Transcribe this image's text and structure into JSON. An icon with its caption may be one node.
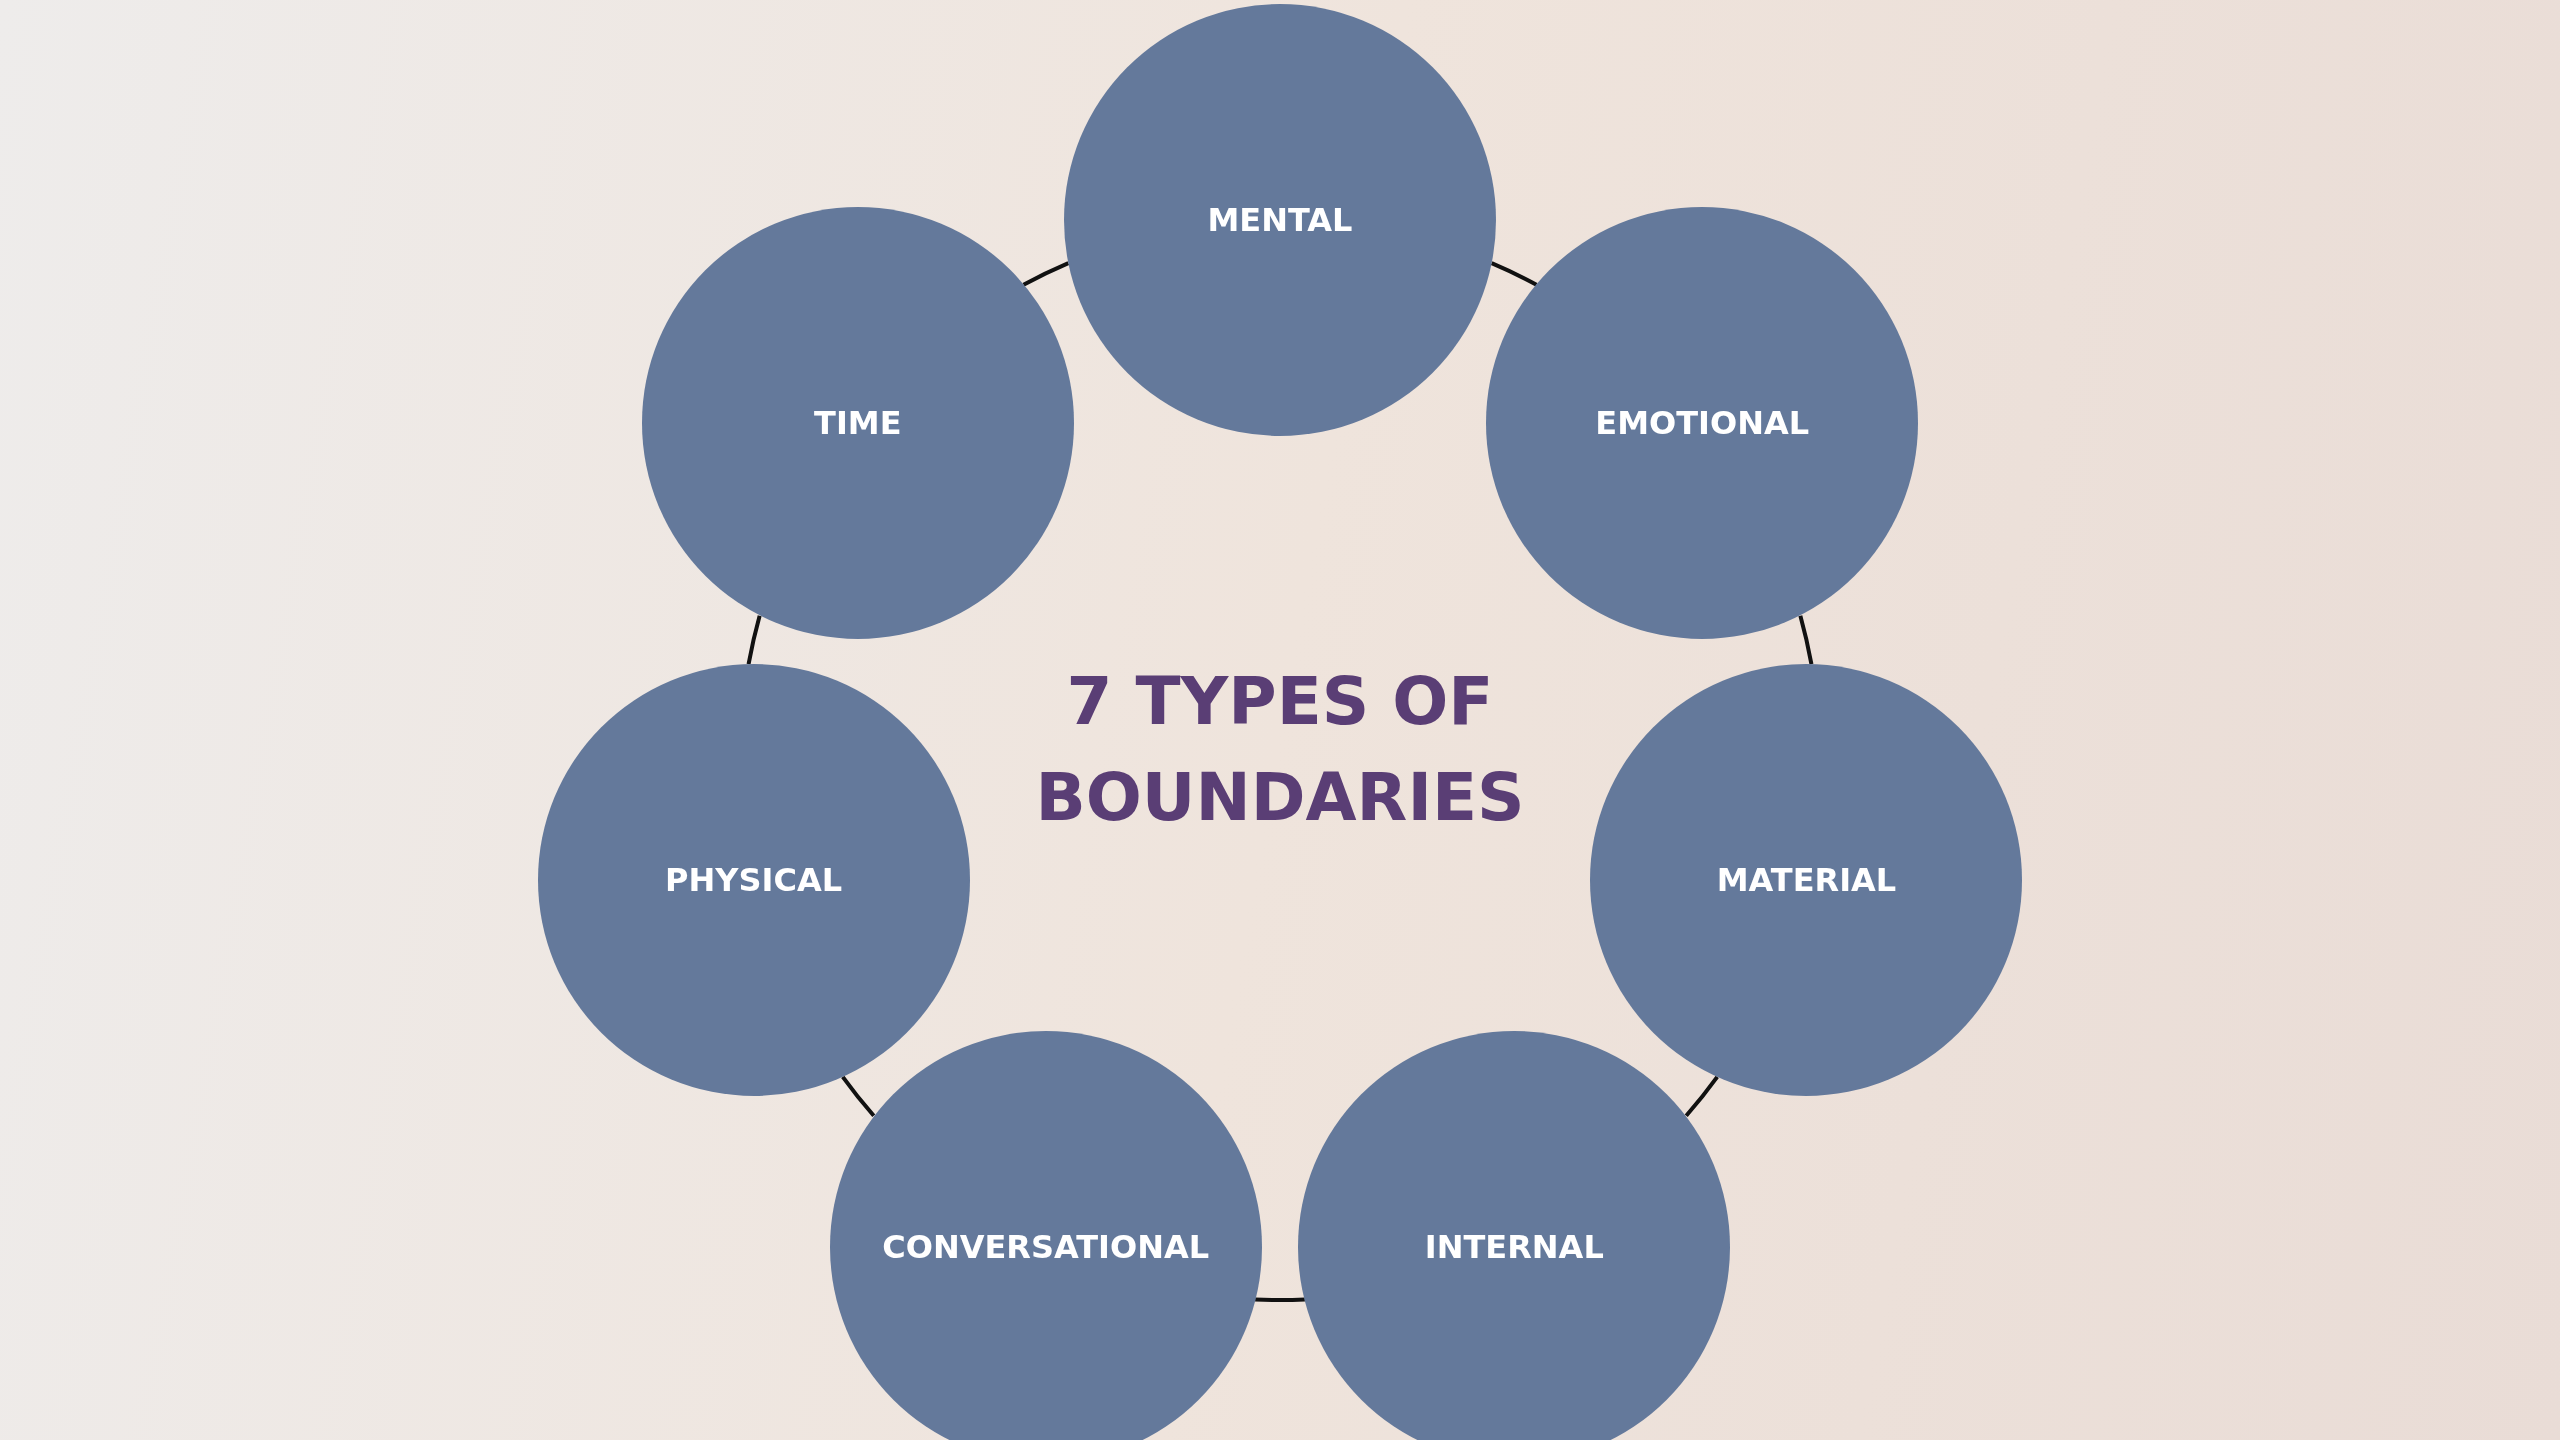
{
  "diagram": {
    "title": "7 TYPES OF BOUNDARIES",
    "nodes": [
      {
        "text": [
          "MENTAL"
        ]
      },
      {
        "text": [
          "EMOTIONAL"
        ]
      },
      {
        "text": [
          "MATERIAL"
        ]
      },
      {
        "text": [
          "INTERNAL"
        ]
      },
      {
        "text": [
          "CONVERSATIONAL"
        ]
      },
      {
        "text": [
          "PHYSICAL"
        ]
      },
      {
        "text": [
          "TIME"
        ]
      }
    ],
    "edges": [
      {
        "from": 0,
        "to": 1,
        "arrow": "none"
      },
      {
        "from": 1,
        "to": 2,
        "arrow": "none"
      },
      {
        "from": 2,
        "to": 3,
        "arrow": "none"
      },
      {
        "from": 3,
        "to": 4,
        "arrow": "none"
      },
      {
        "from": 4,
        "to": 5,
        "arrow": "none"
      },
      {
        "from": 5,
        "to": 6,
        "arrow": "none"
      },
      {
        "from": 6,
        "to": 0,
        "arrow": "none"
      }
    ]
  }
}
